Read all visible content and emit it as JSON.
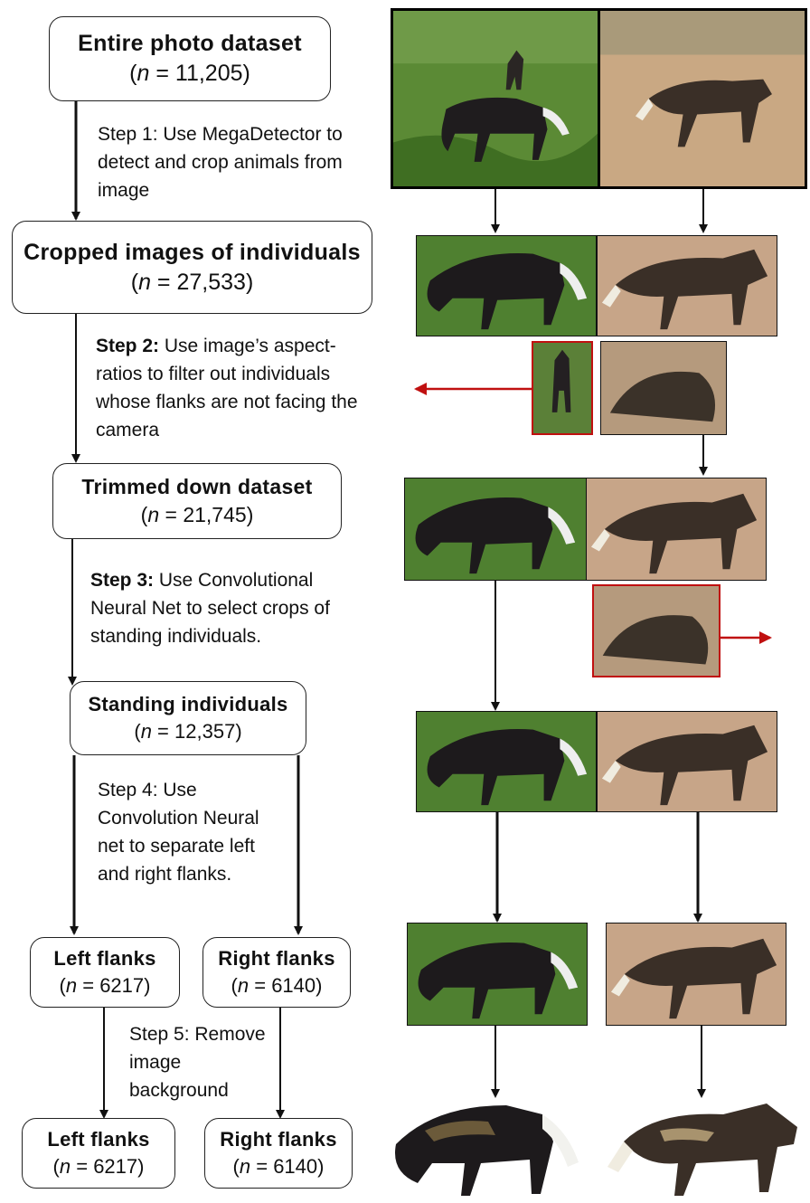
{
  "boxes": {
    "entire": {
      "title": "Entire photo dataset",
      "count": "11,205"
    },
    "cropped": {
      "title": "Cropped images of individuals",
      "count": "27,533"
    },
    "trimmed": {
      "title": "Trimmed down dataset",
      "count": "21,745"
    },
    "standing": {
      "title": "Standing individuals",
      "count": "12,357"
    },
    "left1": {
      "title": "Left flanks",
      "count": "6217"
    },
    "right1": {
      "title": "Right flanks",
      "count": "6140"
    },
    "left2": {
      "title": "Left flanks",
      "count": "6217"
    },
    "right2": {
      "title": "Right flanks",
      "count": "6140"
    }
  },
  "n_symbol": "n",
  "n_prefix": "(",
  "n_eq": " = ",
  "n_suffix": ")",
  "steps": {
    "step1": {
      "label": "Step 1",
      "text": ": Use MegaDetector to detect and crop animals from image"
    },
    "step2": {
      "label": "Step 2:",
      "text": " Use image’s aspect-ratios to filter out individuals whose flanks are not facing the camera"
    },
    "step3": {
      "label": "Step 3:",
      "text": " Use Convolutional Neural Net to select crops of standing individuals."
    },
    "step4": {
      "label": "Step 4",
      "text": ": Use Convolution Neural net to separate left and right flanks."
    },
    "step5": {
      "label": "Step 5",
      "text": ": Remove image background"
    }
  },
  "colors": {
    "reject_arrow": "#c01010",
    "grass": "#4a7a2a",
    "dirt": "#c9a883",
    "dog": "#2a2520"
  }
}
